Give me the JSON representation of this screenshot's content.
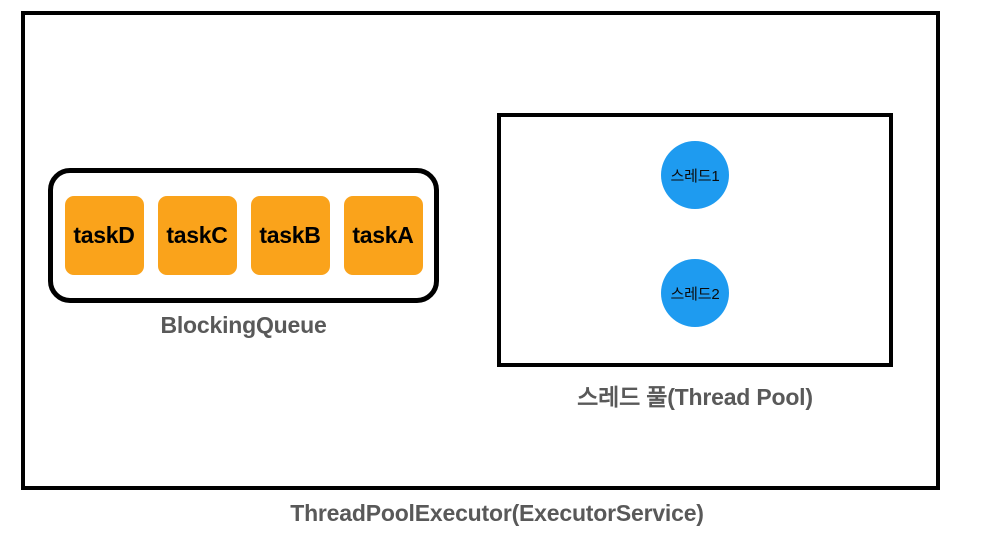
{
  "diagram": {
    "title": "ThreadPoolExecutor(ExecutorService)",
    "executor": {
      "caption": "ThreadPoolExecutor(ExecutorService)",
      "border_color": "#000000"
    },
    "queue": {
      "caption": "BlockingQueue",
      "border_color": "#000000",
      "task_color": "#FAA31B",
      "tasks": [
        {
          "label": "taskD"
        },
        {
          "label": "taskC"
        },
        {
          "label": "taskB"
        },
        {
          "label": "taskA"
        }
      ]
    },
    "thread_pool": {
      "caption": "스레드 풀(Thread Pool)",
      "border_color": "#000000",
      "thread_color": "#1E9BF0",
      "threads": [
        {
          "label": "스레드1"
        },
        {
          "label": "스레드2"
        }
      ]
    },
    "label_color": "#595959"
  }
}
